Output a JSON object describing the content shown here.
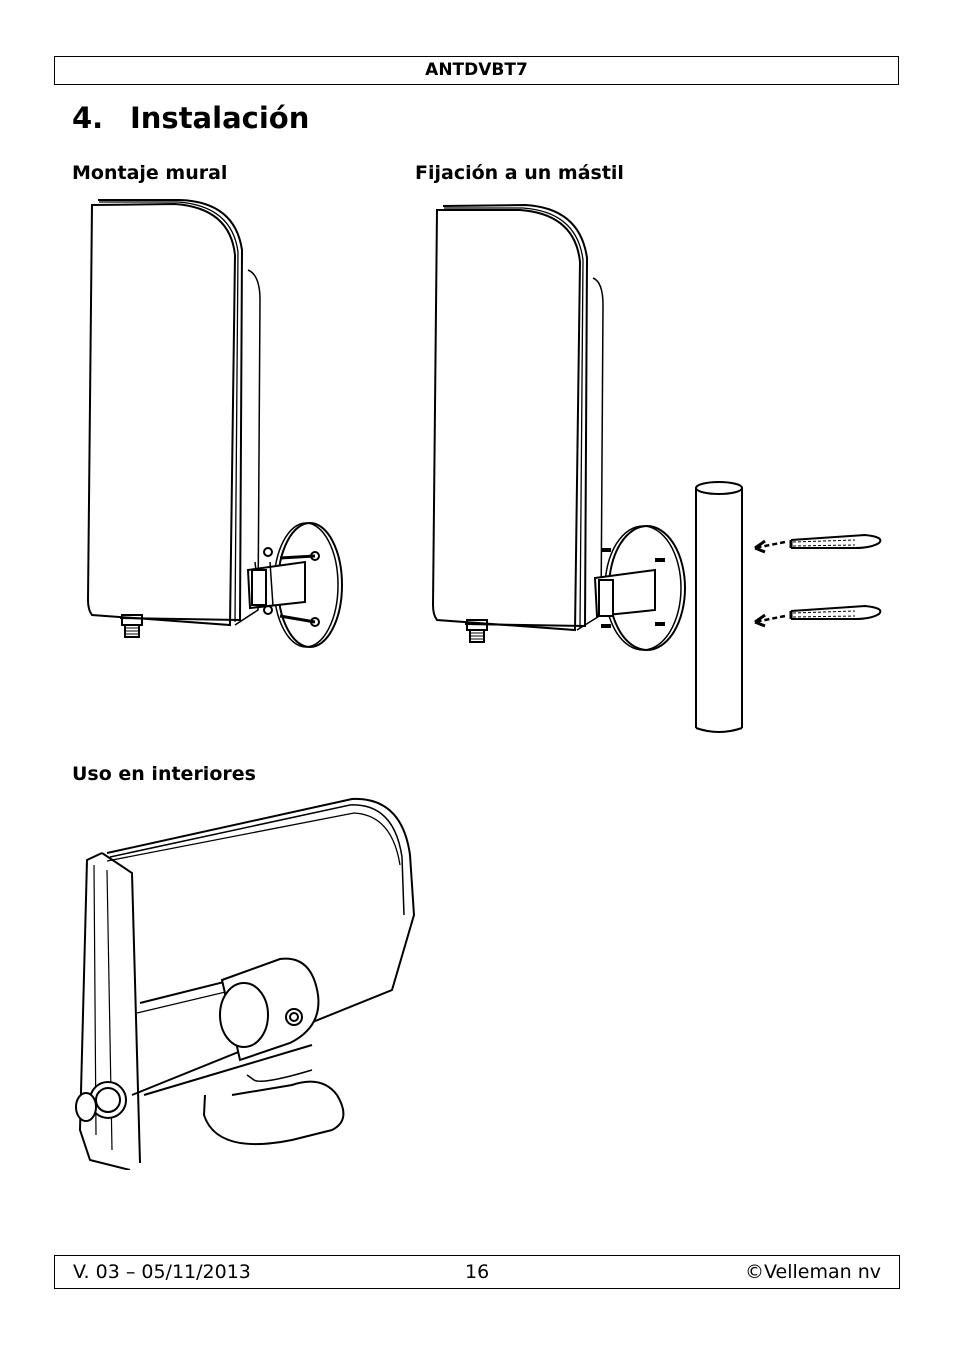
{
  "header": {
    "model": "ANTDVBT7"
  },
  "section": {
    "number": "4.",
    "title": "Instalación"
  },
  "figures": {
    "wall": {
      "caption": "Montaje mural"
    },
    "mast": {
      "caption": "Fijación a un mástil"
    },
    "indoor": {
      "caption": "Uso en interiores"
    }
  },
  "footer": {
    "version": "V. 03 – 05/11/2013",
    "page": "16",
    "copyright": "©Velleman nv"
  }
}
